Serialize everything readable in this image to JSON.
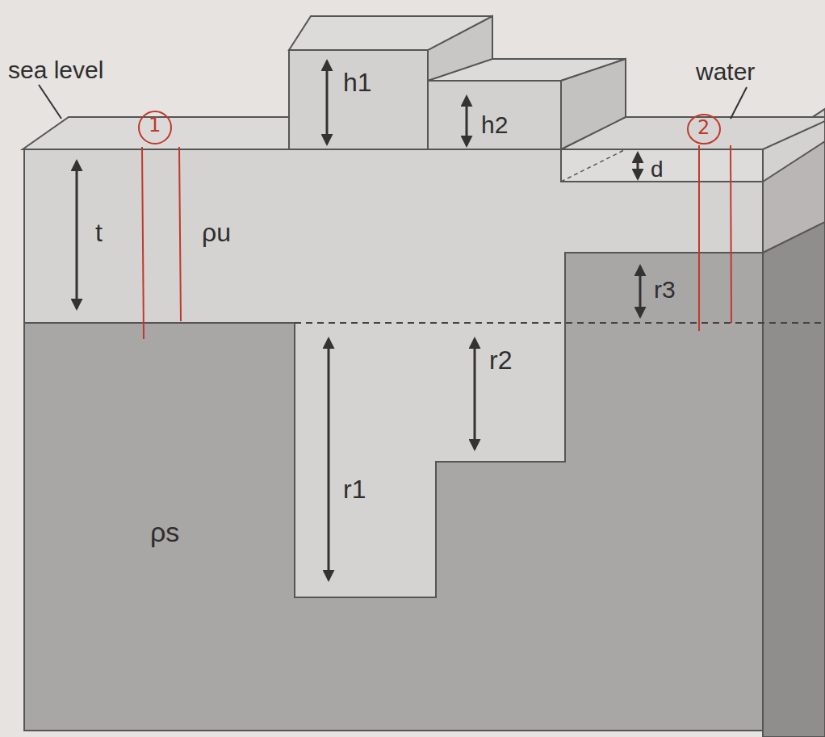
{
  "diagram": {
    "labels": [
      "sea level",
      "water",
      "h1",
      "h2",
      "d",
      "t",
      "ρu",
      "r3",
      "r2",
      "r1",
      "ρs",
      "1",
      "2"
    ]
  }
}
